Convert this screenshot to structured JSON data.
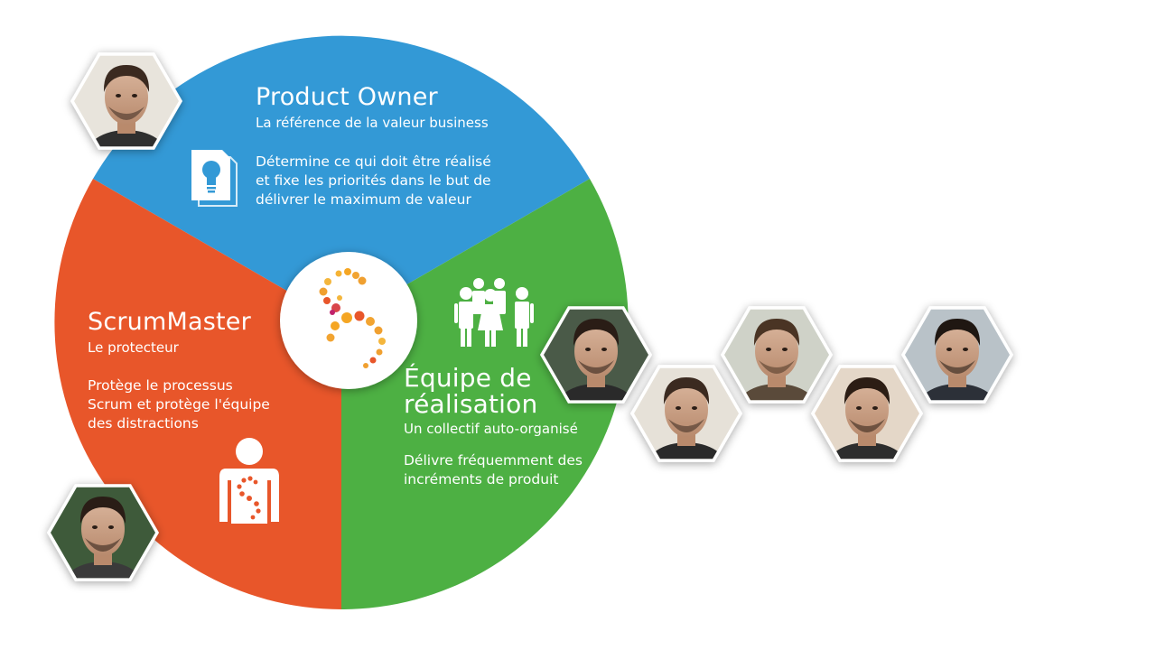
{
  "roles": {
    "product_owner": {
      "title": "Product Owner",
      "subtitle": "La référence de la valeur business",
      "description": [
        "Détermine ce qui doit être réalisé",
        "et fixe les priorités dans le but de",
        "délivrer le maximum de valeur"
      ],
      "color": "#3399d6",
      "icon": "lightbulb-document-icon"
    },
    "scrum_master": {
      "title": "ScrumMaster",
      "subtitle": "Le protecteur",
      "description": [
        "Protège le processus",
        "Scrum et protège l'équipe",
        "des distractions"
      ],
      "color": "#e8562a",
      "icon": "protector-person-icon"
    },
    "dev_team": {
      "title_lines": [
        "Équipe de",
        "réalisation"
      ],
      "subtitle": "Un collectif auto-organisé",
      "description": [
        "Délivre fréquemment des",
        "incréments de produit"
      ],
      "color": "#4db043",
      "icon": "team-group-icon"
    }
  },
  "center_logo": {
    "icon": "scrum-s-logo-icon"
  },
  "team_photos": {
    "count": 7
  }
}
